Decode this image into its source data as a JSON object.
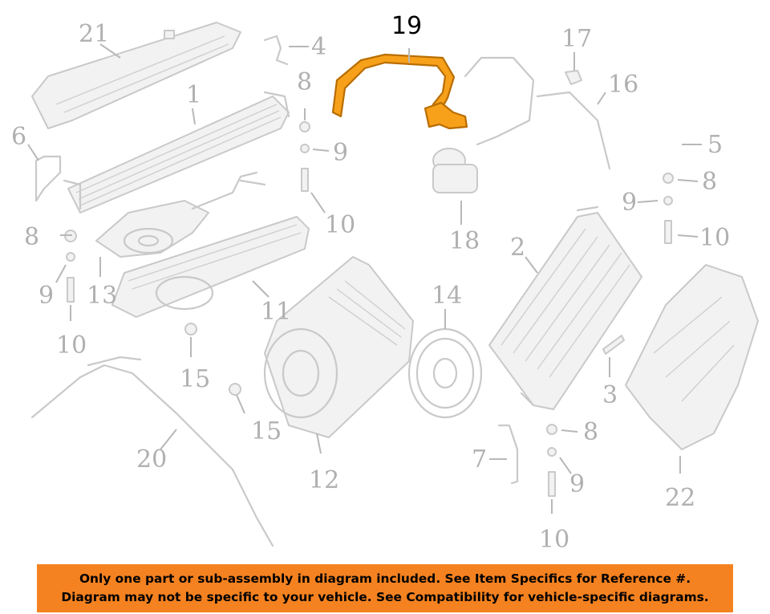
{
  "callouts": {
    "c1": "1",
    "c2": "2",
    "c3": "3",
    "c4": "4",
    "c5": "5",
    "c6": "6",
    "c7": "7",
    "c8a": "8",
    "c8b": "8",
    "c8c": "8",
    "c8d": "8",
    "c9a": "9",
    "c9b": "9",
    "c9c": "9",
    "c9d": "9",
    "c10a": "10",
    "c10b": "10",
    "c10c": "10",
    "c10d": "10",
    "c11": "11",
    "c12": "12",
    "c13": "13",
    "c14": "14",
    "c15a": "15",
    "c15b": "15",
    "c16": "16",
    "c17": "17",
    "c18": "18",
    "c19": "19",
    "c20": "20",
    "c21": "21",
    "c22": "22"
  },
  "highlight": {
    "part_number": "19",
    "color": "#f7a11a"
  },
  "banner": {
    "color": "#f58220",
    "line1": "Only one part or sub-assembly in diagram included. See Item Specifics for Reference #.",
    "line2": "Diagram may not be specific to your vehicle. See Compatibility for vehicle-specific diagrams."
  }
}
